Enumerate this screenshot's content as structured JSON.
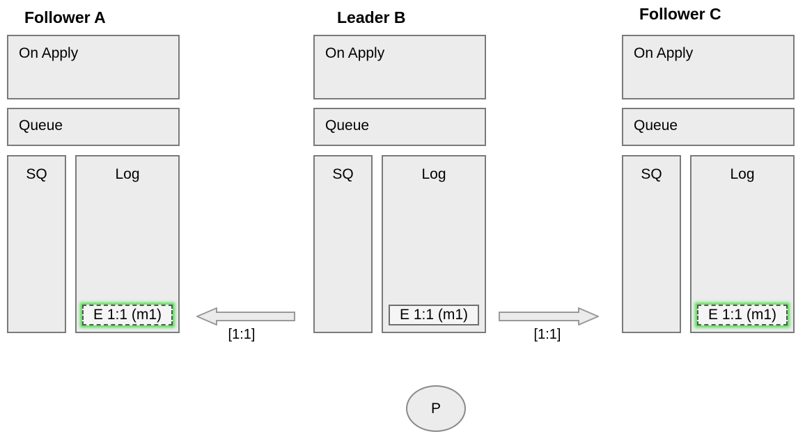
{
  "diagram": {
    "nodes": [
      {
        "title": "Follower A",
        "role": "follower",
        "on_apply_label": "On Apply",
        "queue_label": "Queue",
        "sq_label": "SQ",
        "log_label": "Log",
        "log_entry": {
          "label": "E 1:1 (m1)",
          "highlighted": true
        }
      },
      {
        "title": "Leader B",
        "role": "leader",
        "on_apply_label": "On Apply",
        "queue_label": "Queue",
        "sq_label": "SQ",
        "log_label": "Log",
        "log_entry": {
          "label": "E 1:1 (m1)",
          "highlighted": false
        }
      },
      {
        "title": "Follower C",
        "role": "follower",
        "on_apply_label": "On Apply",
        "queue_label": "Queue",
        "sq_label": "SQ",
        "log_label": "Log",
        "log_entry": {
          "label": "E 1:1 (m1)",
          "highlighted": true
        }
      }
    ],
    "arrows": [
      {
        "label": "[1:1]",
        "direction": "left"
      },
      {
        "label": "[1:1]",
        "direction": "right"
      }
    ],
    "proposer": {
      "label": "P"
    },
    "colors": {
      "box_fill": "#ececec",
      "box_border": "#7a7a7a",
      "entry_fill": "#f5f5f5",
      "highlight_glow": "#55e055",
      "arrow_fill": "#ebebeb",
      "arrow_stroke": "#999999"
    }
  }
}
